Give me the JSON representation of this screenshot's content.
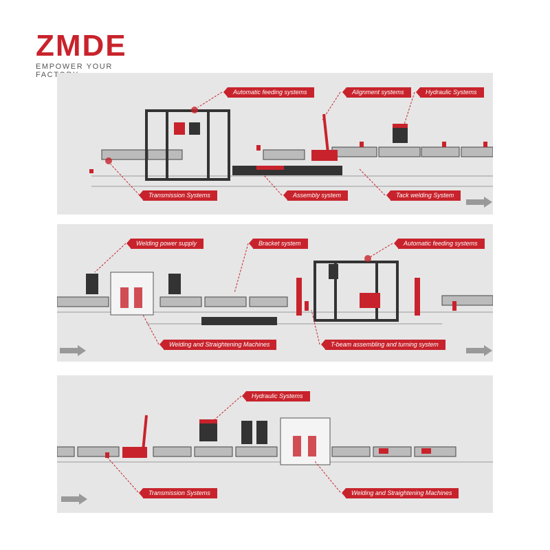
{
  "brand": {
    "logo_text": "ZMDE",
    "tagline": "EMPOWER YOUR FACTORY",
    "accent_color": "#c8232c"
  },
  "panels": [
    {
      "callouts": [
        "Automatic feeding systems",
        "Alignment systems",
        "Hydraulic Systems",
        "Transmission Systems",
        "Assembly system",
        "Tack welding System"
      ]
    },
    {
      "callouts": [
        "Welding power supply",
        "Bracket system",
        "Automatic feeding systems",
        "Welding and Straightening Machines",
        "T-beam assembling and turning system"
      ]
    },
    {
      "callouts": [
        "Hydraulic Systems",
        "Transmission Systems",
        "Welding and Straightening Machines"
      ]
    }
  ],
  "icons": [
    "flow-arrow-icon",
    "hotspot-dot-icon"
  ]
}
